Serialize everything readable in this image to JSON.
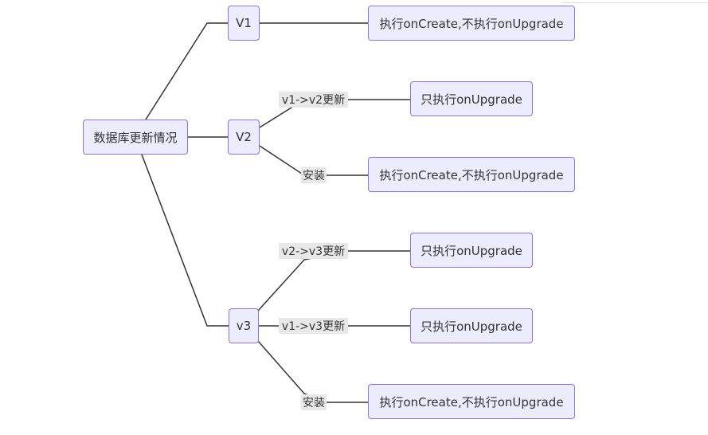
{
  "nodes": {
    "root": "数据库更新情况",
    "v1": "V1",
    "v2": "V2",
    "v3": "v3",
    "v1_result": "执行onCreate,不执行onUpgrade",
    "v2_upgrade_result": "只执行onUpgrade",
    "v2_install_result": "执行onCreate,不执行onUpgrade",
    "v3_from_v2_result": "只执行onUpgrade",
    "v3_from_v1_result": "只执行onUpgrade",
    "v3_install_result": "执行onCreate,不执行onUpgrade"
  },
  "edge_labels": {
    "v1_to_v2": "v1->v2更新",
    "v2_install": "安装",
    "v2_to_v3": "v2->v3更新",
    "v1_to_v3": "v1->v3更新",
    "v3_install": "安装"
  },
  "colors": {
    "node_fill": "#ececff",
    "node_border": "#9370db",
    "edge": "#333333",
    "edge_label_bg": "#e8e8e8"
  }
}
